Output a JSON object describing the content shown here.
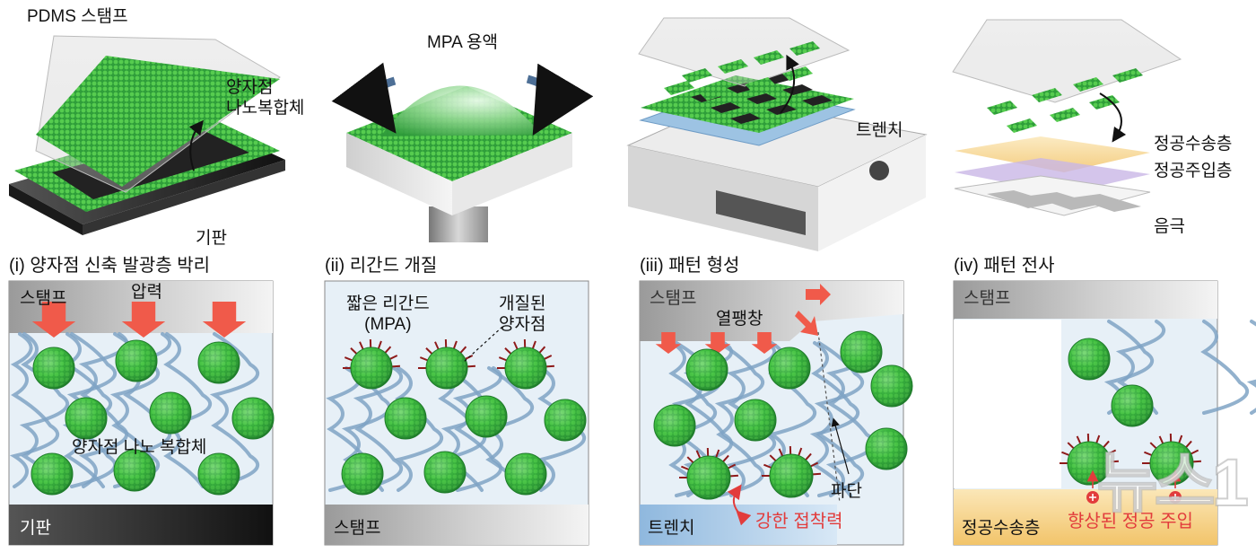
{
  "colors": {
    "qd_green": "#3fbf3f",
    "qd_dark": "#1e7a2a",
    "polymer_blue": "#7fa3c4",
    "fluid_bg": "#e7f0f7",
    "arrow_red": "#f05a4a",
    "ligand_red": "#8e1a1a",
    "trench_blue": "#9dc3e3",
    "htl_yellow": "#f6d48a",
    "hil_purple": "#c9b6e6",
    "substrate_dark": "#2b2b2b"
  },
  "icons": [
    "curved-arrow-icon",
    "rotation-arrow-icon",
    "press-arrow-icon",
    "expansion-arrow-icon",
    "hole-plus-icon"
  ],
  "top": {
    "p1": {
      "stamp": "PDMS 스탬프",
      "qd_composite": "양자점\n나노복합체",
      "substrate": "기판"
    },
    "p2": {
      "solution": "MPA 용액"
    },
    "p3": {
      "trench": "트렌치"
    },
    "p4": {
      "htl": "정공수송층",
      "hil": "정공주입층",
      "cathode": "음극"
    }
  },
  "captions": [
    "(i) 양자점 신축 발광층 박리",
    "(ii) 리간드 개질",
    "(iii) 패턴 형성",
    "(iv) 패턴 전사"
  ],
  "bottom": {
    "p1": {
      "stamp": "스탬프",
      "pressure": "압력",
      "composite": "양자점 나노 복합체",
      "substrate": "기판"
    },
    "p2": {
      "short_ligand": "짧은 리간드\n(MPA)",
      "modified_qd": "개질된\n양자점",
      "stamp": "스탬프"
    },
    "p3": {
      "stamp": "스탬프",
      "thermal_expansion": "열팽창",
      "fracture": "파단",
      "trench": "트렌치",
      "adhesion": "강한 접착력"
    },
    "p4": {
      "stamp": "스탬프",
      "htl": "정공수송층",
      "injection": "향상된 정공 주입"
    }
  },
  "watermark": "뉴스1"
}
